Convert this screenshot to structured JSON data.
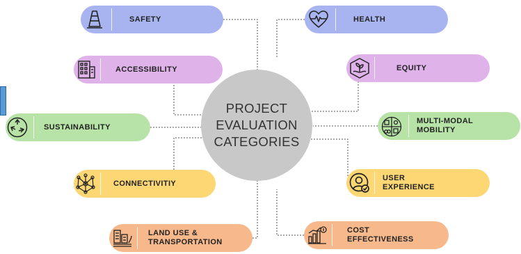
{
  "center": {
    "lines": [
      "PROJECT",
      "EVALUATION",
      "CATEGORIES"
    ],
    "color": "#c8c8c8"
  },
  "categories": [
    {
      "label": "SAFETY",
      "icon": "traffic-cone-icon",
      "color": "#a8b4f0"
    },
    {
      "label": "HEALTH",
      "icon": "heart-pulse-icon",
      "color": "#a8b4f0"
    },
    {
      "label": "ACCESSIBILITY",
      "icon": "building-grid-icon",
      "color": "#dfb3ea"
    },
    {
      "label": "EQUITY",
      "icon": "hands-plant-icon",
      "color": "#dfb3ea"
    },
    {
      "label": "SUSTAINABILITY",
      "icon": "recycle-icon",
      "color": "#b7e3a7"
    },
    {
      "label": "MULTI-MODAL MOBILITY",
      "lines": [
        "MULTI-MODAL",
        "MOBILITY"
      ],
      "icon": "mobility-modes-icon",
      "color": "#b7e3a7"
    },
    {
      "label": "CONNECTIVITIY",
      "icon": "network-icon",
      "color": "#fcd774"
    },
    {
      "label": "USER EXPERIENCE",
      "lines": [
        "USER",
        "EXPERIENCE"
      ],
      "icon": "user-check-icon",
      "color": "#fcd774"
    },
    {
      "label": "LAND USE & TRANSPORTATION",
      "lines": [
        "LAND USE &",
        "TRANSPORTATION"
      ],
      "icon": "city-road-icon",
      "color": "#f7b98b"
    },
    {
      "label": "COST EFFECTIVENESS",
      "lines": [
        "COST",
        "EFFECTIVENESS"
      ],
      "icon": "money-chart-icon",
      "color": "#f7b98b"
    }
  ],
  "side_tab": {
    "color": "#5b9bd5"
  }
}
